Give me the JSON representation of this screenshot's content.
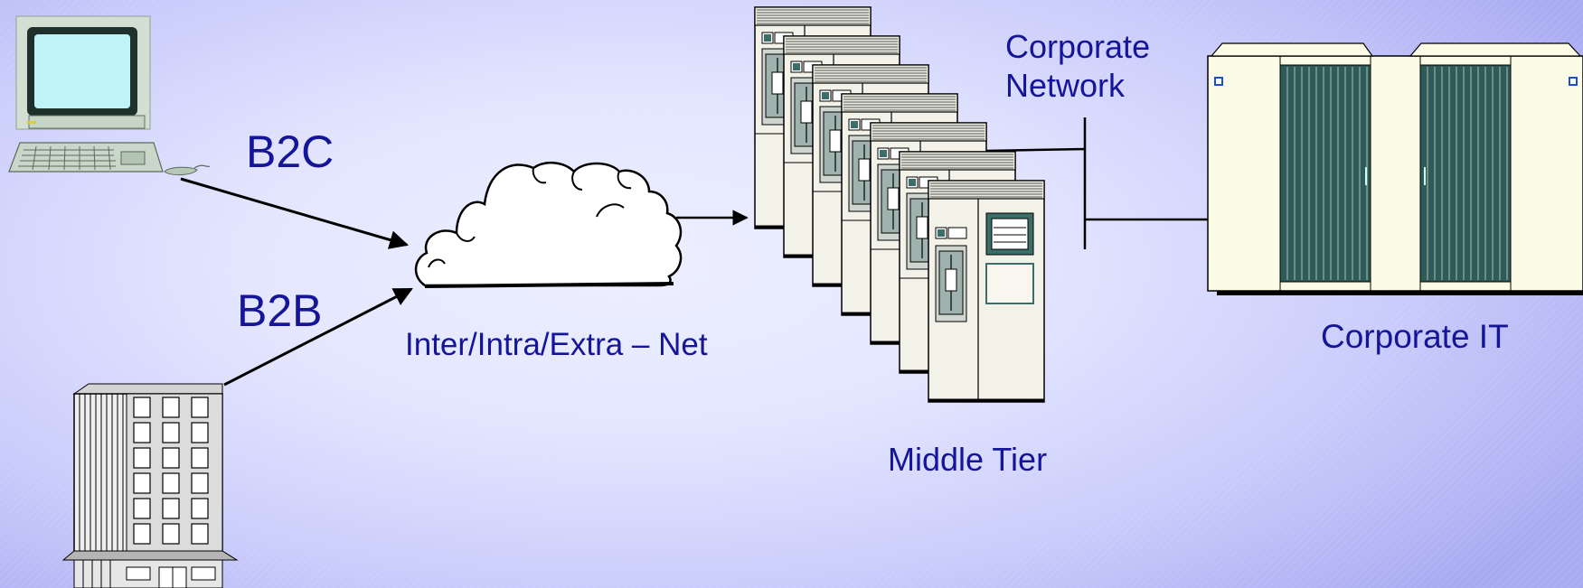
{
  "labels": {
    "b2c": "B2C",
    "b2b": "B2B",
    "network": "Inter/Intra/Extra – Net",
    "middle_tier": "Middle Tier",
    "corporate_network_line1": "Corporate",
    "corporate_network_line2": "Network",
    "corporate_it": "Corporate IT"
  },
  "colors": {
    "label_text": "#15159a",
    "background_center": "#eceeff",
    "background_edge": "#a9abf2",
    "connector": "#000000"
  },
  "icons": [
    "desktop-computer-icon",
    "office-building-icon",
    "cloud-icon",
    "server-rack-icon",
    "mainframe-icon"
  ]
}
